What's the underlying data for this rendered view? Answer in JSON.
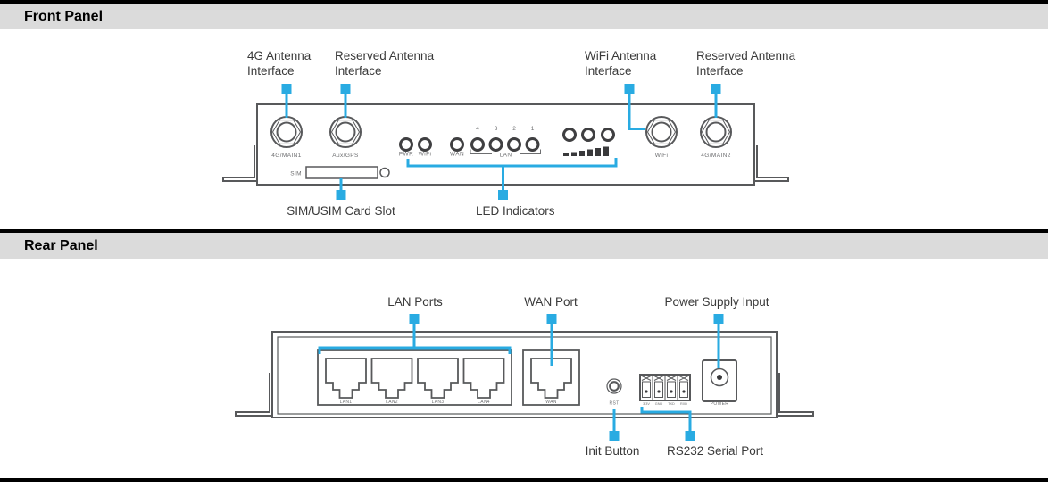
{
  "front": {
    "title": "Front Panel",
    "callouts": {
      "ant_4g": "4G Antenna\nInterface",
      "ant_reserved_left": "Reserved Antenna\nInterface",
      "ant_wifi": "WiFi Antenna\nInterface",
      "ant_reserved_right": "Reserved Antenna\nInterface",
      "sim_slot": "SIM/USIM Card Slot",
      "led_indicators": "LED Indicators"
    },
    "engraved": {
      "ant1": "4G/MAIN1",
      "ant2": "Aux/GPS",
      "ant3": "WiFi",
      "ant4": "4G/MAIN2",
      "sim": "SIM",
      "led_pwr": "PWR",
      "led_wifi": "WiFi",
      "led_wan": "WAN",
      "led_lan": "LAN",
      "lan_numbers": [
        "4",
        "3",
        "2",
        "1"
      ]
    }
  },
  "rear": {
    "title": "Rear Panel",
    "callouts": {
      "lan_ports": "LAN Ports",
      "wan_port": "WAN Port",
      "power_input": "Power Supply Input",
      "init_button": "Init Button",
      "rs232": "RS232 Serial Port"
    },
    "engraved": {
      "lan_labels": [
        "LAN1",
        "LAN2",
        "LAN3",
        "LAN4"
      ],
      "wan": "WAN",
      "rst": "RST",
      "serial_pins": [
        "3.3V",
        "GND",
        "TXD",
        "RXD"
      ],
      "power": "POWER"
    }
  },
  "colors": {
    "callout_blue": "#29ABE2",
    "header_bg": "#DBDBDB",
    "line_art": "#58595B"
  }
}
